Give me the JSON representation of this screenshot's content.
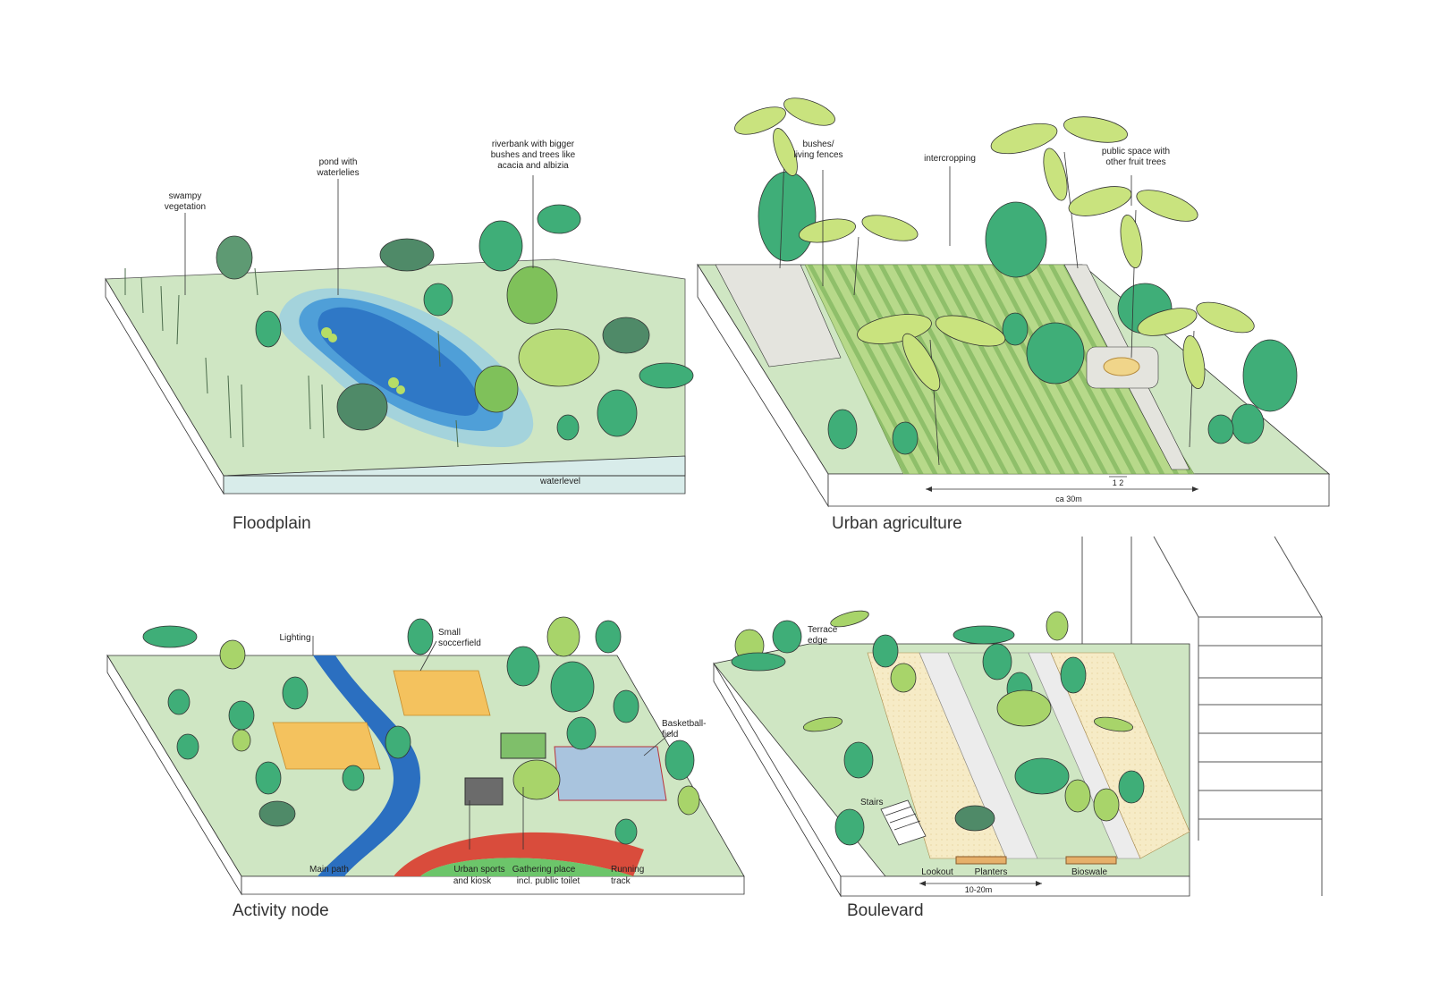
{
  "colors": {
    "ground": "#cfe6c3",
    "ground_dark": "#a9d29c",
    "water_light": "#9ccfe0",
    "water_mid": "#4f9fd8",
    "water_deep": "#2f78c6",
    "tree_dark": "#4f9a6d",
    "tree_mid": "#3fae78",
    "tree_light": "#a8d46a",
    "palm": "#c9e37e",
    "path_blue": "#2b6fc0",
    "sport_orange": "#f4c25e",
    "track_red": "#d94c3c",
    "court_blue": "#a9c4de",
    "promenade": "#f6ebc6"
  },
  "panels": {
    "floodplain": {
      "title": "Floodplain",
      "labels": {
        "swampy": [
          "swampy",
          "vegetation"
        ],
        "pond": [
          "pond with",
          "waterlelies"
        ],
        "riverbank": [
          "riverbank with bigger",
          "bushes and trees like",
          "acacia and albizia"
        ],
        "waterlevel": "waterlevel"
      }
    },
    "urban_agriculture": {
      "title": "Urban agriculture",
      "labels": {
        "bushes": [
          "bushes/",
          "living fences"
        ],
        "intercropping": "intercropping",
        "public_space": [
          "public space with",
          "other fruit trees"
        ],
        "spacing": "1  2",
        "width": "ca 30m"
      }
    },
    "activity_node": {
      "title": "Activity node",
      "labels": {
        "lighting": "Lighting",
        "soccer": [
          "Small",
          "soccerfield"
        ],
        "basketball": [
          "Basketball-",
          "field"
        ],
        "main_path": "Main path",
        "urban_sports": [
          "Urban sports",
          "and kiosk"
        ],
        "gathering": [
          "Gathering place",
          "incl. public toilet"
        ],
        "running": [
          "Running",
          "track"
        ]
      }
    },
    "boulevard": {
      "title": "Boulevard",
      "labels": {
        "terrace": [
          "Terrace",
          "edge"
        ],
        "stairs": "Stairs",
        "lookout": "Lookout",
        "planters": "Planters",
        "bioswale": "Bioswale",
        "width": "10-20m"
      }
    }
  }
}
